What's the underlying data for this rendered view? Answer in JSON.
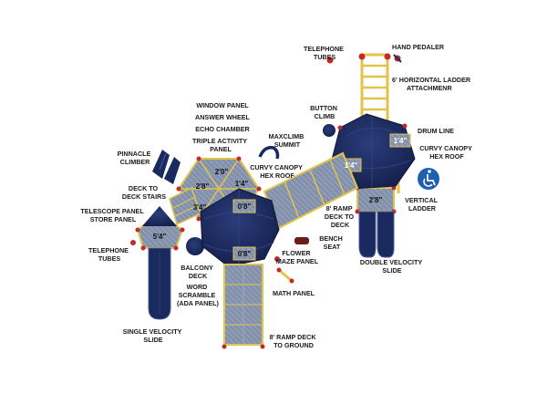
{
  "labels": {
    "telephone_tubes_top": [
      "TELEPHONE",
      "TUBES"
    ],
    "hand_pedaler": [
      "HAND PEDALER"
    ],
    "horizontal_ladder": [
      "6' HORIZONTAL LADDER",
      "ATTACHMENR"
    ],
    "button_climb": [
      "BUTTON",
      "CLIMB"
    ],
    "drum_line": [
      "DRUM LINE"
    ],
    "curvy_canopy_right": [
      "CURVY CANOPY",
      "HEX ROOF"
    ],
    "vertical_ladder": [
      "VERTICAL",
      "LADDER"
    ],
    "window_panel": [
      "WINDOW PANEL"
    ],
    "answer_wheel": [
      "ANSWER WHEEL"
    ],
    "echo_chamber": [
      "ECHO CHAMBER"
    ],
    "triple_activity": [
      "TRIPLE ACTIVITY",
      "PANEL"
    ],
    "maxclimb_summit": [
      "MAXCLIMB",
      "SUMMIT"
    ],
    "curvy_canopy_center": [
      "CURVY CANOPY",
      "HEX ROOF"
    ],
    "pinnacle_climber": [
      "PINNACLE",
      "CLIMBER"
    ],
    "deck_to_deck_stairs": [
      "DECK TO",
      "DECK STAIRS"
    ],
    "telescope_panel": [
      "TELESCOPE PANEL",
      "STORE PANEL"
    ],
    "telephone_tubes_left": [
      "TELEPHONE",
      "TUBES"
    ],
    "ramp_deck_to_deck": [
      "8' RAMP",
      "DECK TO",
      "DECK"
    ],
    "bench_seat": [
      "BENCH",
      "SEAT"
    ],
    "flower_maze": [
      "FLOWER",
      "MAZE PANEL"
    ],
    "double_velocity": [
      "DOUBLE VELOCITY",
      "SLIDE"
    ],
    "balcony_deck": [
      "BALCONY",
      "DECK"
    ],
    "word_scramble": [
      "WORD",
      "SCRAMBLE",
      "(ADA PANEL)"
    ],
    "math_panel": [
      "MATH PANEL"
    ],
    "single_velocity": [
      "SINGLE VELOCITY",
      "SLIDE"
    ],
    "ramp_to_ground": [
      "8' RAMP DECK",
      "TO GROUND"
    ]
  },
  "heights": {
    "right_hex_top": "1'4\"",
    "right_hex_left": "1'4\"",
    "right_lower_deck": "2'8\"",
    "left_top_tri": "2'0\"",
    "left_left_tri": "2'8\"",
    "left_right_tri": "1'4\"",
    "left_bottom_tri": "3'4\"",
    "center_hex_top": "0'8\"",
    "center_hex_bottom": "0'8\"",
    "small_deck": "5'4\""
  },
  "colors": {
    "navy": "#1b2a5e",
    "deck": "#7f8ea8",
    "frame": "#e3c44a",
    "post": "#c62828",
    "ada": "#1f5fb0"
  },
  "icons": {
    "ada": "wheelchair-accessibility-icon"
  }
}
